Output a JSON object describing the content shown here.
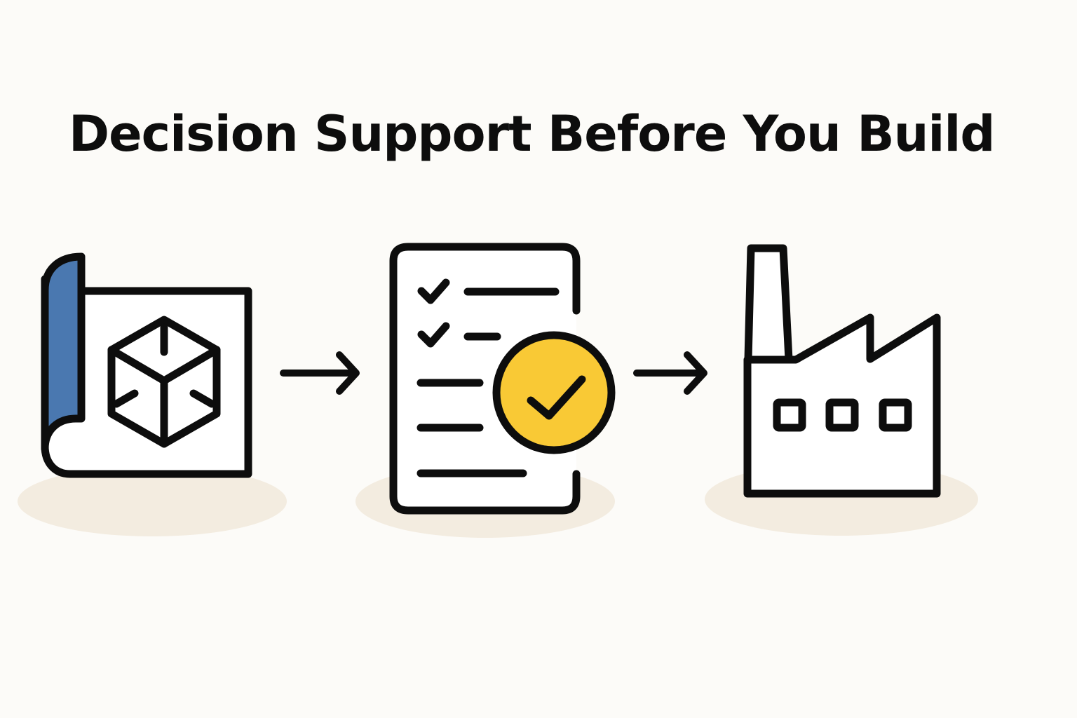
{
  "title": "Decision Support Before You Build",
  "steps": [
    {
      "name": "blueprint",
      "icon": "blueprint-cube-icon"
    },
    {
      "name": "checklist-approval",
      "icon": "checklist-approved-icon"
    },
    {
      "name": "factory",
      "icon": "factory-icon"
    }
  ],
  "connectors": [
    "arrow-right-icon",
    "arrow-right-icon"
  ],
  "colors": {
    "background": "#fcfbf8",
    "stroke": "#0d0d0d",
    "blueprint_accent": "#4a78b0",
    "approval_accent": "#f9c935",
    "shadow": "#f3ece0"
  }
}
